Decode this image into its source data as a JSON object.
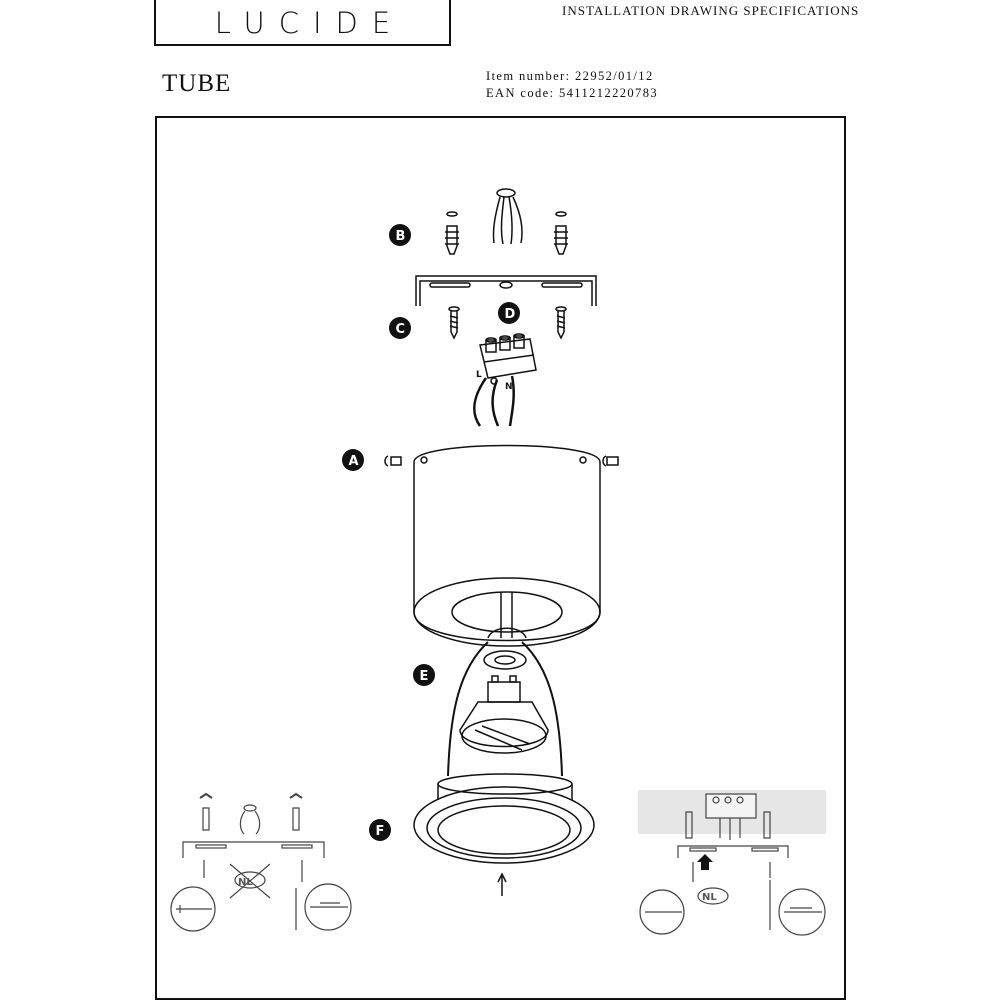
{
  "brand": {
    "logo_text": "LUCIDE"
  },
  "header": {
    "doc_title": "INSTALLATION DRAWING SPECIFICATIONS"
  },
  "product": {
    "name": "TUBE",
    "item_number_label": "Item number: 22952/01/12",
    "ean_label": "EAN code: 5411212220783"
  },
  "callouts": [
    "A",
    "B",
    "C",
    "D",
    "E",
    "F"
  ],
  "terminal_labels": {
    "live": "L",
    "neutral": "N"
  },
  "badges": {
    "nl_left": "NL",
    "nl_right": "NL"
  },
  "colors": {
    "line": "#111111",
    "panel_gray": "#e6e6e6",
    "callout_fill": "#111111"
  }
}
